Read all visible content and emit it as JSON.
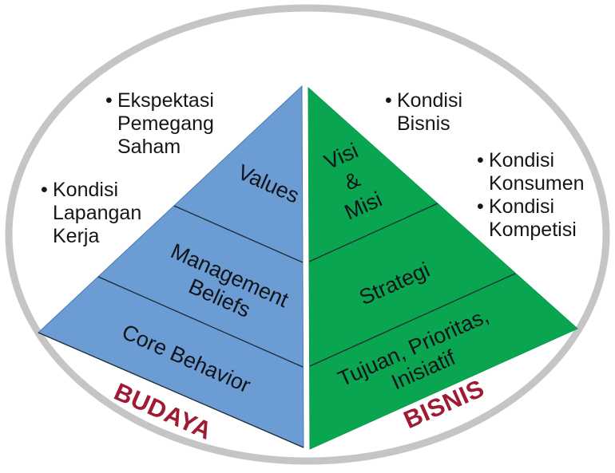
{
  "colors": {
    "culture_blue": "#6B9CD3",
    "business_green": "#0AA551",
    "ellipse_stroke": "#C5C5C5",
    "divider_line": "#202A35",
    "accent_red": "#9F1B33"
  },
  "faces": {
    "culture": {
      "label": "BUDAYA",
      "bands": [
        {
          "lines": [
            "Values"
          ]
        },
        {
          "lines": [
            "Management",
            "Beliefs"
          ]
        },
        {
          "lines": [
            "Core Behavior"
          ]
        }
      ]
    },
    "business": {
      "label": "BISNIS",
      "bands": [
        {
          "lines": [
            "Visi",
            "&",
            "Misi"
          ]
        },
        {
          "lines": [
            "Strategi"
          ]
        },
        {
          "lines": [
            "Tujuan, Prioritas,",
            "Inisiatif"
          ]
        }
      ]
    }
  },
  "notes": {
    "ekspektasi": {
      "marker": "•",
      "text": "Ekspektasi\nPemegang\nSaham"
    },
    "lapangan": {
      "marker": "•",
      "text": "Kondisi\nLapangan\nKerja"
    },
    "bisnis": {
      "marker": "•",
      "text": "Kondisi\nBisnis"
    },
    "konsumen": {
      "marker": "•",
      "text": "Kondisi\nKonsumen"
    },
    "kompetisi": {
      "marker": "•",
      "text": "Kondisi\nKompetisi"
    }
  }
}
